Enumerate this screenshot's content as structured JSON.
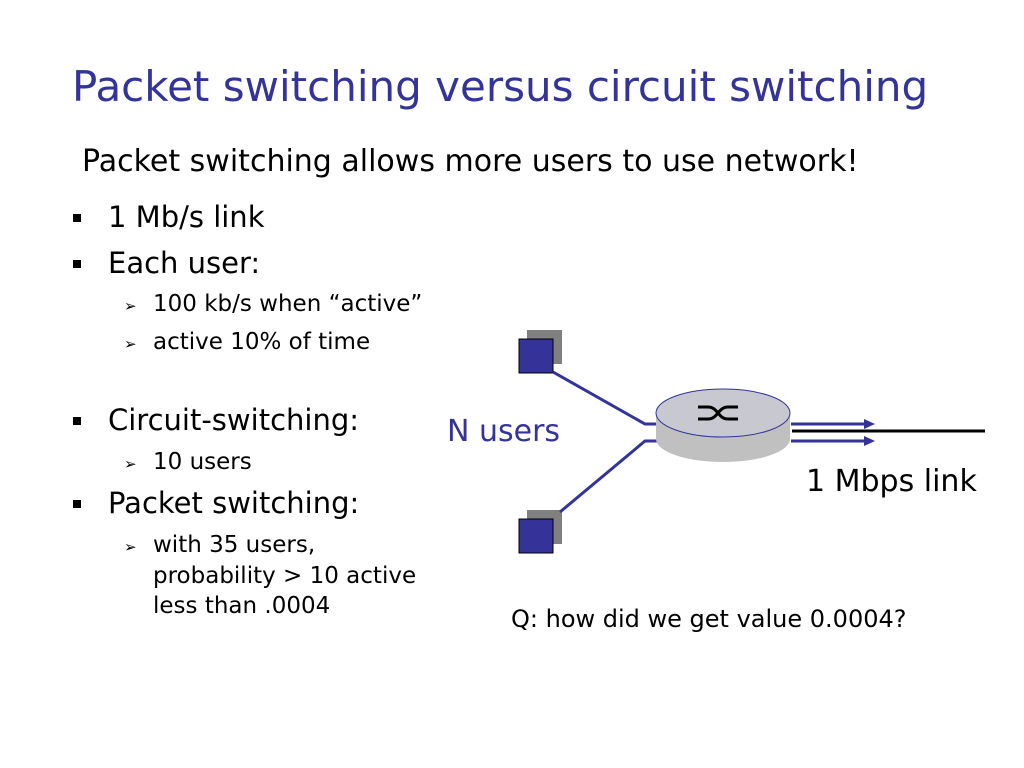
{
  "title": "Packet switching versus circuit switching",
  "subtitle": "Packet switching allows more users to use network!",
  "bullets": [
    {
      "text": "1 Mb/s link"
    },
    {
      "text": "Each user:",
      "sub": [
        "100 kb/s when “active”",
        "active 10% of time"
      ]
    },
    {
      "text": "Circuit-switching:",
      "sub": [
        "10 users"
      ]
    },
    {
      "text": "Packet switching:",
      "sub": [
        "with 35 users,",
        "probability > 10 active",
        "less than .0004"
      ]
    }
  ],
  "diagram": {
    "users_label": "N users",
    "link_label": "1 Mbps link"
  },
  "question": "Q: how did we get value 0.0004?",
  "colors": {
    "accent": "#333399",
    "user_box": "#333399",
    "shadow": "#808080",
    "router": "#c0c0c0"
  }
}
